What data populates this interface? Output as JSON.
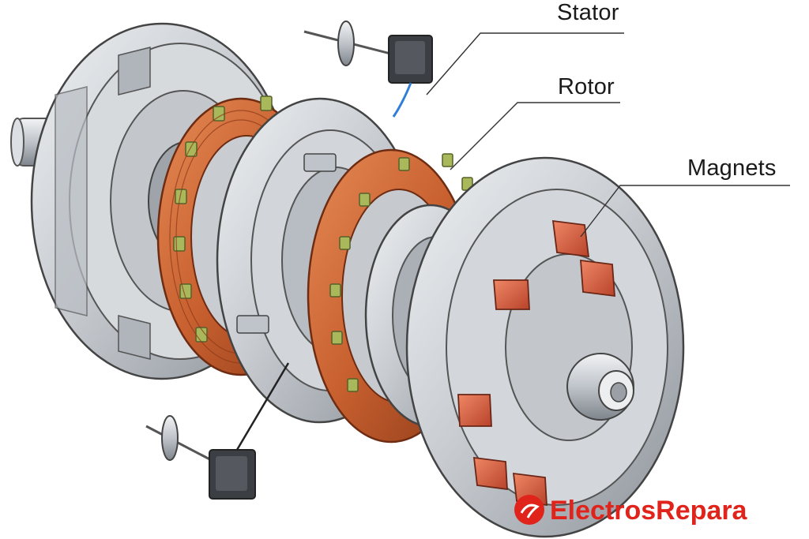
{
  "labels": {
    "stator": "Stator",
    "rotor": "Rotor",
    "magnets": "Magnets"
  },
  "watermark": {
    "text": "ElectrosRepara",
    "color": "#e0231b"
  },
  "colors": {
    "metal": "#c9cdd2",
    "metal_dark": "#8e949b",
    "copper": "#c8602f",
    "copper_dark": "#8e3b1a",
    "insulator": "#a9b85a",
    "magnet": "#cf5a3c",
    "sensor_wire_top": "#2f7fd6",
    "sensor_wire_bottom": "#222222"
  }
}
